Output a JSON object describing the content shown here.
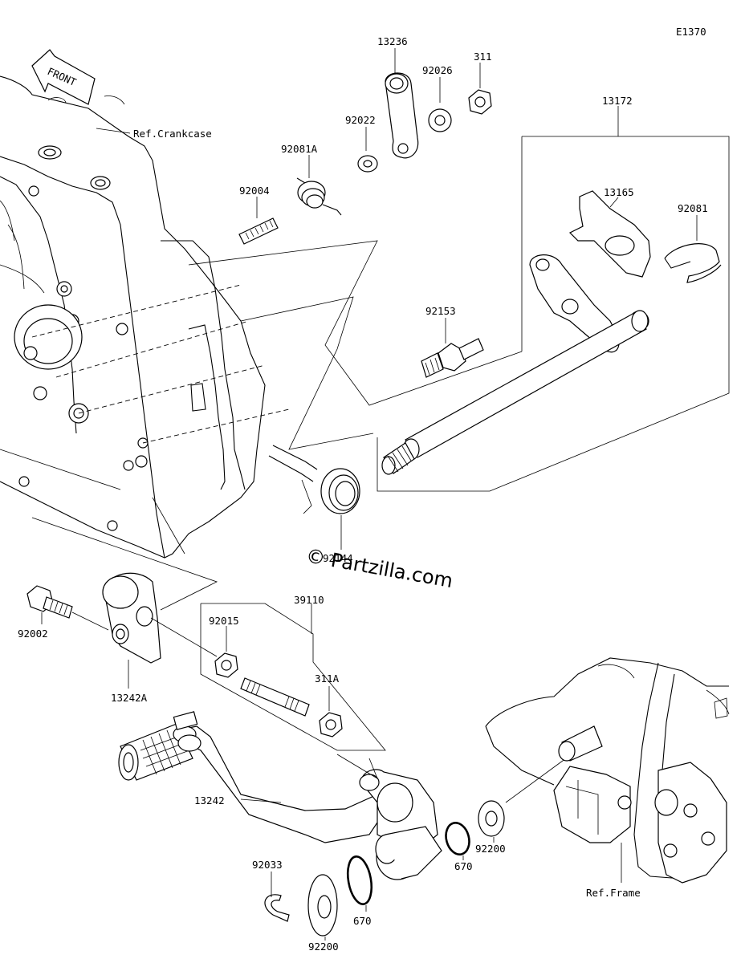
{
  "diagram_code": "E1370",
  "front_label": "FRONT",
  "watermark": "© Partzilla.com",
  "labels": {
    "p13236": "13236",
    "p92026": "92026",
    "p311": "311",
    "p13172": "13172",
    "p92022": "92022",
    "ref_crankcase": "Ref.Crankcase",
    "p92081A": "92081A",
    "p92004": "92004",
    "p13165": "13165",
    "p92081": "92081",
    "p92153": "92153",
    "p92144": "92144",
    "p39110": "39110",
    "p92015": "92015",
    "p92002": "92002",
    "p13242A": "13242A",
    "p311A": "311A",
    "p13242": "13242",
    "p670a": "670",
    "p92200a": "92200",
    "p92033": "92033",
    "p670b": "670",
    "p92200b": "92200",
    "ref_frame": "Ref.Frame"
  }
}
